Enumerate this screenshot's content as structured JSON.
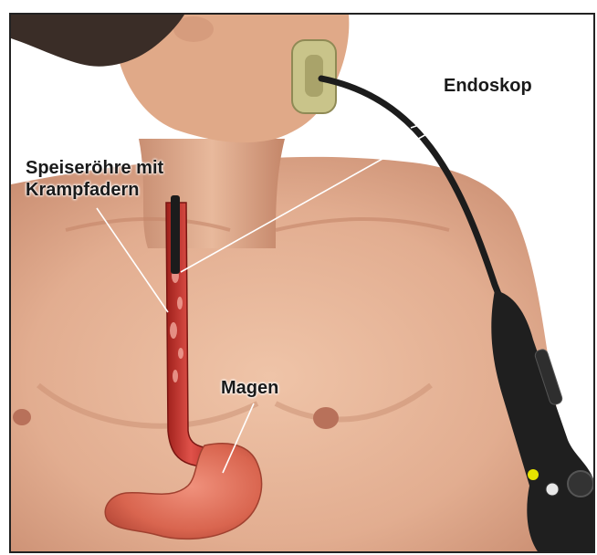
{
  "labels": {
    "endoskop": "Endoskop",
    "esophagus_line1": "Speiseröhre mit",
    "esophagus_line2": "Krampfadern",
    "stomach": "Magen"
  },
  "colors": {
    "skin": "#e7b79a",
    "skin_shadow": "#c98f73",
    "hair": "#3a2d27",
    "esophagus": "#c8312b",
    "stomach": "#e0735f",
    "endoscope": "#1c1c1c",
    "mouthpiece": "#c9c48a",
    "frame": "#222222",
    "leader_line": "#ffffff"
  },
  "icons": {
    "scope_button": "yellow-dot",
    "mouthpiece": "bite-guard"
  }
}
